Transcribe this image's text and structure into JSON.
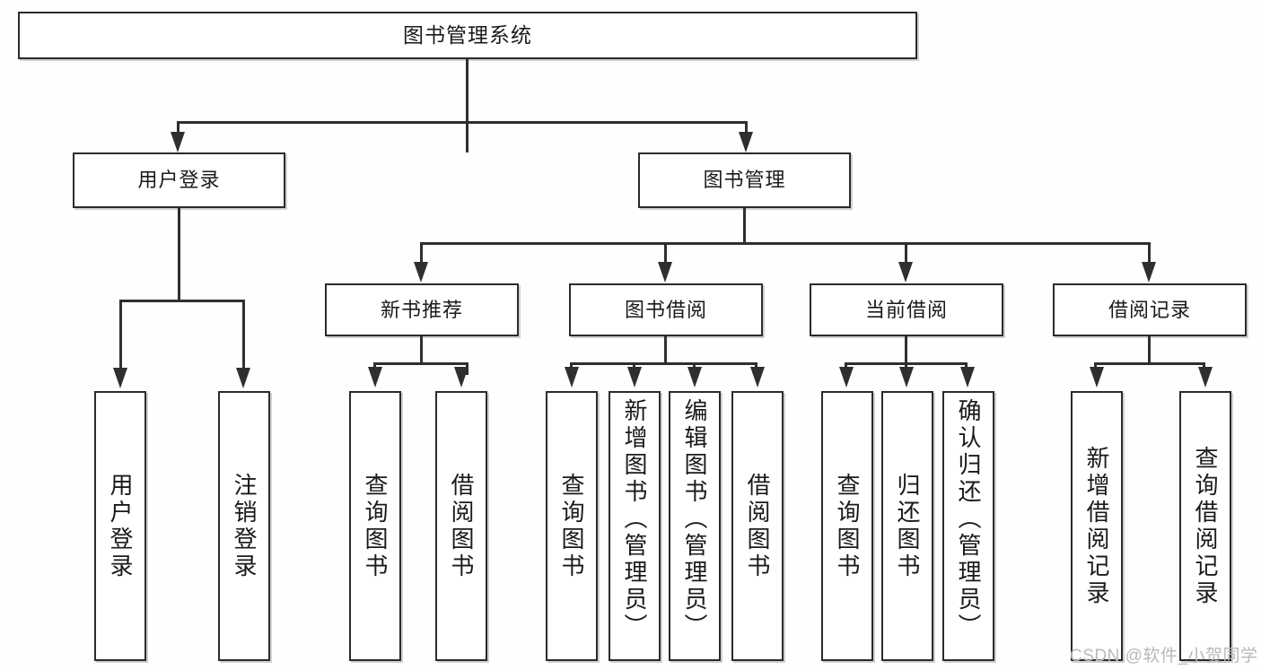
{
  "diagram": {
    "type": "tree-hierarchy",
    "root": {
      "label": "图书管理系统"
    },
    "level2": [
      {
        "label": "用户登录"
      },
      {
        "label": "图书管理"
      }
    ],
    "level3": [
      {
        "label": "新书推荐"
      },
      {
        "label": "图书借阅"
      },
      {
        "label": "当前借阅"
      },
      {
        "label": "借阅记录"
      }
    ],
    "leaves": {
      "user_login": [
        {
          "label": "用户登录"
        },
        {
          "label": "注销登录"
        }
      ],
      "new_book": [
        {
          "label": "查询图书"
        },
        {
          "label": "借阅图书"
        }
      ],
      "book_borrow": [
        {
          "label": "查询图书"
        },
        {
          "label": "新增图书（管理员）"
        },
        {
          "label": "编辑图书（管理员）"
        },
        {
          "label": "借阅图书"
        }
      ],
      "current_borrow": [
        {
          "label": "查询图书"
        },
        {
          "label": "归还图书"
        },
        {
          "label": "确认归还（管理员）"
        }
      ],
      "borrow_record": [
        {
          "label": "新增借阅记录"
        },
        {
          "label": "查询借阅记录"
        }
      ]
    }
  },
  "watermark": {
    "text": "CSDN @软件_小贺同学"
  },
  "colors": {
    "border": "#2b2b2b",
    "line": "#2f2f2f",
    "box_fill": "#ffffff",
    "page_bg": "#fefefe",
    "watermark": "#b9b9b9"
  }
}
